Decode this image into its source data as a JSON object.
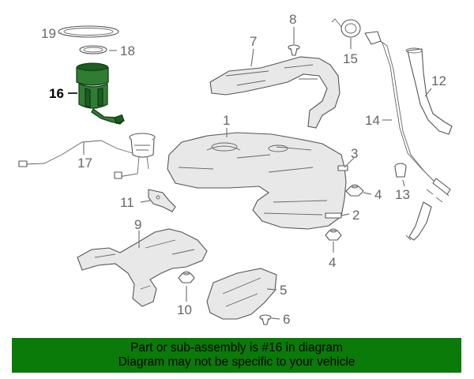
{
  "callouts": [
    {
      "num": "1"
    },
    {
      "num": "2"
    },
    {
      "num": "3"
    },
    {
      "num": "4"
    },
    {
      "num": "4"
    },
    {
      "num": "5"
    },
    {
      "num": "6"
    },
    {
      "num": "7"
    },
    {
      "num": "8"
    },
    {
      "num": "9"
    },
    {
      "num": "10"
    },
    {
      "num": "11"
    },
    {
      "num": "12"
    },
    {
      "num": "13"
    },
    {
      "num": "14"
    },
    {
      "num": "15"
    },
    {
      "num": "16"
    },
    {
      "num": "17"
    },
    {
      "num": "18"
    },
    {
      "num": "19"
    }
  ],
  "highlight": {
    "part_number": "16",
    "color": "#2e7d32"
  },
  "banner": {
    "line1": "Part or sub-assembly is #16 in diagram",
    "line2": "Diagram may not be specific to your vehicle",
    "background": "#0a7a08"
  }
}
